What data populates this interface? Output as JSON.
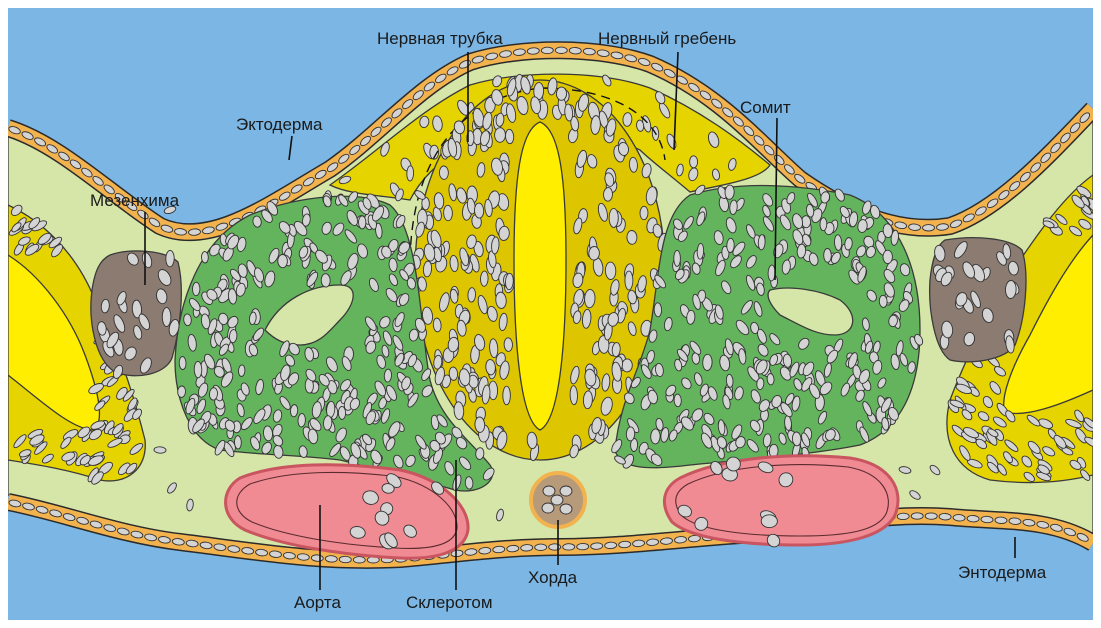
{
  "diagram": {
    "labels": {
      "neural_tube": "Нервная трубка",
      "neural_crest": "Нервный гребень",
      "ectoderm": "Эктодерма",
      "mesenchyme": "Мезенхима",
      "somite": "Сомит",
      "aorta": "Аорта",
      "sclerotome": "Склеротом",
      "notochord": "Хорда",
      "endoderm": "Энтодерма"
    },
    "colors": {
      "background": "#7bb6e4",
      "mesoderm_fill": "#d6e6a8",
      "ectoderm_band": "#f2b24e",
      "neural_tube": "#ddc600",
      "neural_lumen": "#ffee00",
      "neural_crest": "#e6d400",
      "somite": "#64b45e",
      "mesenchyme": "#8b7b71",
      "aorta": "#f08a93",
      "aorta_wall": "#c85560",
      "cells": "#d4d4d4"
    }
  }
}
